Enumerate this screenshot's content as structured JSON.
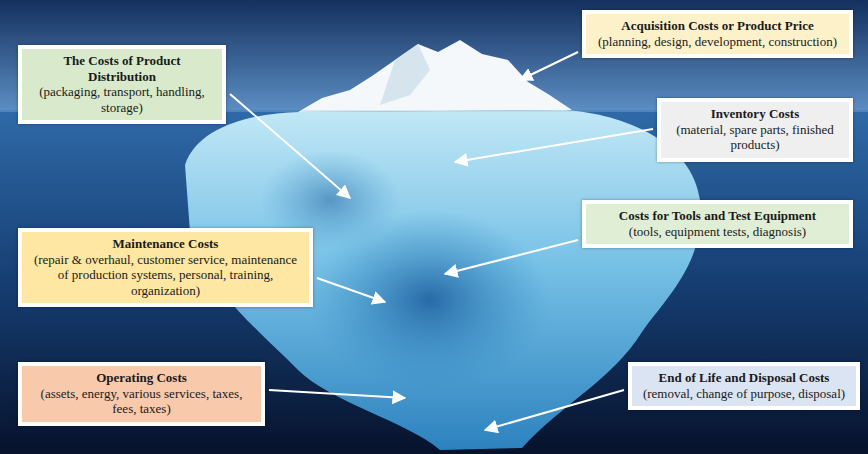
{
  "diagram": {
    "nodes": [
      {
        "text": [
          "Acquisition Costs or Product Price",
          "(planning, design, development, construction)"
        ]
      },
      {
        "text": [
          "The Costs of Product Distribution",
          "(packaging, transport, handling, storage)"
        ]
      },
      {
        "text": [
          "Inventory Costs",
          "(material, spare parts, finished products)"
        ]
      },
      {
        "text": [
          "Costs for Tools and Test Equipment",
          "(tools, equipment tests, diagnosis)"
        ]
      },
      {
        "text": [
          "Maintenance Costs",
          "(repair & overhaul, customer service, maintenance of production systems, personal, training, organization)"
        ]
      },
      {
        "text": [
          "Operating Costs",
          "(assets, energy, various services, taxes, fees, taxes)"
        ]
      },
      {
        "text": [
          "End of Life and Disposal Costs",
          "(removal, change of purpose, disposal)"
        ]
      }
    ]
  }
}
